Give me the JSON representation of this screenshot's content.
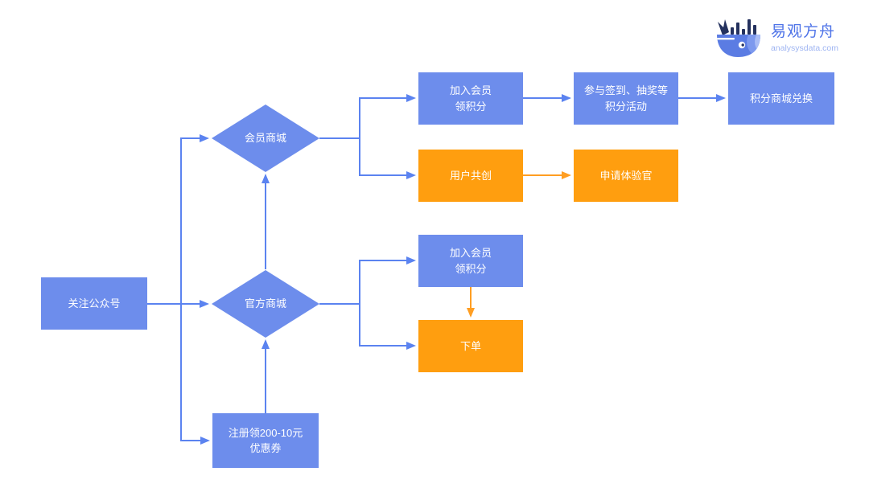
{
  "logo": {
    "brand": "易观方舟",
    "domain": "analysysdata.com",
    "icon": "whale-barchart-icon"
  },
  "nodes": {
    "follow": "关注公众号",
    "member_mall": "会员商城",
    "official_mall": "官方商城",
    "register_coupon": "注册领200-10元\n优惠券",
    "join_member_top": "加入会员\n领积分",
    "signin_activities": "参与签到、抽奖等\n积分活动",
    "points_mall_redeem": "积分商城兑换",
    "user_cocreation": "用户共创",
    "apply_experience_officer": "申请体验官",
    "join_member_mid": "加入会员\n领积分",
    "place_order": "下单"
  },
  "edges": [
    {
      "from": "follow",
      "to": "member_mall",
      "color": "blue"
    },
    {
      "from": "follow",
      "to": "official_mall",
      "color": "blue"
    },
    {
      "from": "follow",
      "to": "register_coupon",
      "color": "blue"
    },
    {
      "from": "official_mall",
      "to": "member_mall",
      "color": "blue"
    },
    {
      "from": "register_coupon",
      "to": "official_mall",
      "color": "blue"
    },
    {
      "from": "member_mall",
      "to": "join_member_top",
      "color": "blue"
    },
    {
      "from": "member_mall",
      "to": "user_cocreation",
      "color": "blue"
    },
    {
      "from": "join_member_top",
      "to": "signin_activities",
      "color": "blue"
    },
    {
      "from": "signin_activities",
      "to": "points_mall_redeem",
      "color": "blue"
    },
    {
      "from": "user_cocreation",
      "to": "apply_experience_officer",
      "color": "orange"
    },
    {
      "from": "official_mall",
      "to": "join_member_mid",
      "color": "blue"
    },
    {
      "from": "official_mall",
      "to": "place_order",
      "color": "blue"
    },
    {
      "from": "join_member_mid",
      "to": "place_order",
      "color": "orange"
    }
  ],
  "colors": {
    "node_blue": "#6d8dec",
    "node_orange": "#ff9e0f",
    "connector_blue": "#5b83f0",
    "connector_orange": "#ff9e22",
    "node_text": "#ffffff",
    "brand_text": "#4f74e8",
    "brand_subtext": "#9fb5f2"
  }
}
